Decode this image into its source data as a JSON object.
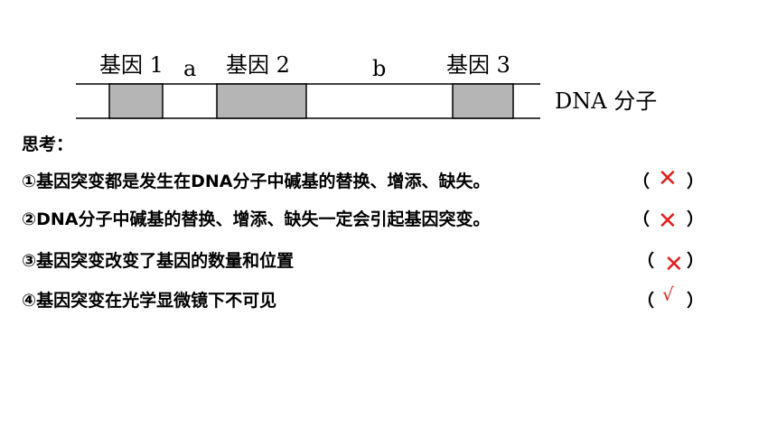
{
  "diagram": {
    "gene1_label": "基因 1",
    "a_label": "a",
    "gene2_label": "基因 2",
    "b_label": "b",
    "gene3_label": "基因 3",
    "dna_label": "DNA 分子",
    "gene_fill": "#b5b5b5"
  },
  "heading": "思考：",
  "questions": [
    {
      "text": "①基因突变都是发生在DNA分子中碱基的替换、增添、缺失。",
      "open": "（",
      "mark": "✕",
      "close": "）"
    },
    {
      "text": "②DNA分子中碱基的替换、增添、缺失一定会引起基因突变。",
      "open": "（",
      "mark": "✕",
      "close": "）"
    },
    {
      "text": "③基因突变改变了基因的数量和位置",
      "open": "（",
      "mark": "✕",
      "close": "）"
    },
    {
      "text": "④基因突变在光学显微镜下不可见",
      "open": "（",
      "mark": "√",
      "close": "）"
    }
  ],
  "mark_color": "#e02020"
}
